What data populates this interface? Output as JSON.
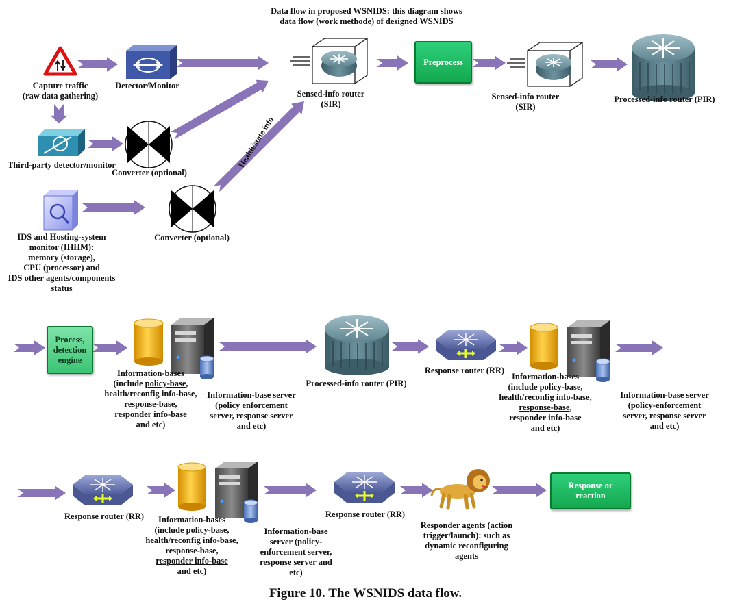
{
  "title": "Data flow in proposed WSNIDS: this diagram shows data flow (work methode) of designed WSNIDS",
  "title_line1": "Data flow in proposed WSNIDS: this diagram shows",
  "title_line2": "data flow (work methode) of designed WSNIDS",
  "caption": "Figure 10. The WSNIDS data flow.",
  "colors": {
    "arrow": "#8a74b8",
    "process_box": "#22b866",
    "router": "#5f8591",
    "switch": "#6b78b4",
    "database": "#f0b400"
  },
  "row1": {
    "capture_line1": "Capture traffic",
    "capture_line2": "(raw data gathering)",
    "detector": "Detector/Monitor",
    "third_party": "Third-party detector/monitor",
    "converter1": "Converter (optional)",
    "ihhm_lines": [
      "IDS and Hosting-system",
      "monitor (IHHM):",
      "memory (storage),",
      "CPU (processor) and",
      "IDS other agents/components",
      "status"
    ],
    "converter2": "Converter (optional)",
    "health_state": "Health/state info",
    "sir1_line1": "Sensed-info router",
    "sir1_line2": "(SIR)",
    "preprocess": "Preprocess",
    "sir2_line1": "Sensed-info router",
    "sir2_line2": "(SIR)",
    "pir": "Processed-info router (PIR)"
  },
  "row2": {
    "process_line1": "Process,",
    "process_line2": "detection",
    "process_line3": "engine",
    "ib_a": {
      "l1": "Information-bases",
      "l2_pre": "(include ",
      "l2_u": "policy-base",
      "l2_post": ",",
      "l3": "health/reconfig info-base,",
      "l4": "response-base,",
      "l5": "responder info-base",
      "l6": "and etc)"
    },
    "ibs_a": {
      "l1": "Information-base server",
      "l2": "(policy enforcement",
      "l3": "server, response server",
      "l4": "and etc)"
    },
    "pir": "Processed-info router (PIR)",
    "rr": "Response router (RR)",
    "ib_b": {
      "l1": "Information-bases",
      "l2": "(include policy-base,",
      "l3": "health/reconfig info-base,",
      "l4_u": "response-base",
      "l4_post": ",",
      "l5": "responder info-base",
      "l6": "and etc)"
    },
    "ibs_b": {
      "l1": "Information-base server",
      "l2": "(policy-enforcement",
      "l3": "server, response server",
      "l4": "and etc)"
    }
  },
  "row3": {
    "rr1": "Response router (RR)",
    "ib_c": {
      "l1": "Information-bases",
      "l2": "(include policy-base,",
      "l3": "health/reconfig info-base,",
      "l4": "response-base,",
      "l5_u": "responder info-base",
      "l6": "and etc)"
    },
    "ibs_c": {
      "l1": "Information-base",
      "l2": "server (policy-",
      "l3": "enforcement server,",
      "l4": "response server and",
      "l5": "etc)"
    },
    "rr2": "Response router (RR)",
    "agents": {
      "l1": "Responder agents (action",
      "l2": "trigger/launch): such as",
      "l3": "dynamic reconfiguring",
      "l4": "agents"
    },
    "reaction_line1": "Response or",
    "reaction_line2": "reaction"
  }
}
